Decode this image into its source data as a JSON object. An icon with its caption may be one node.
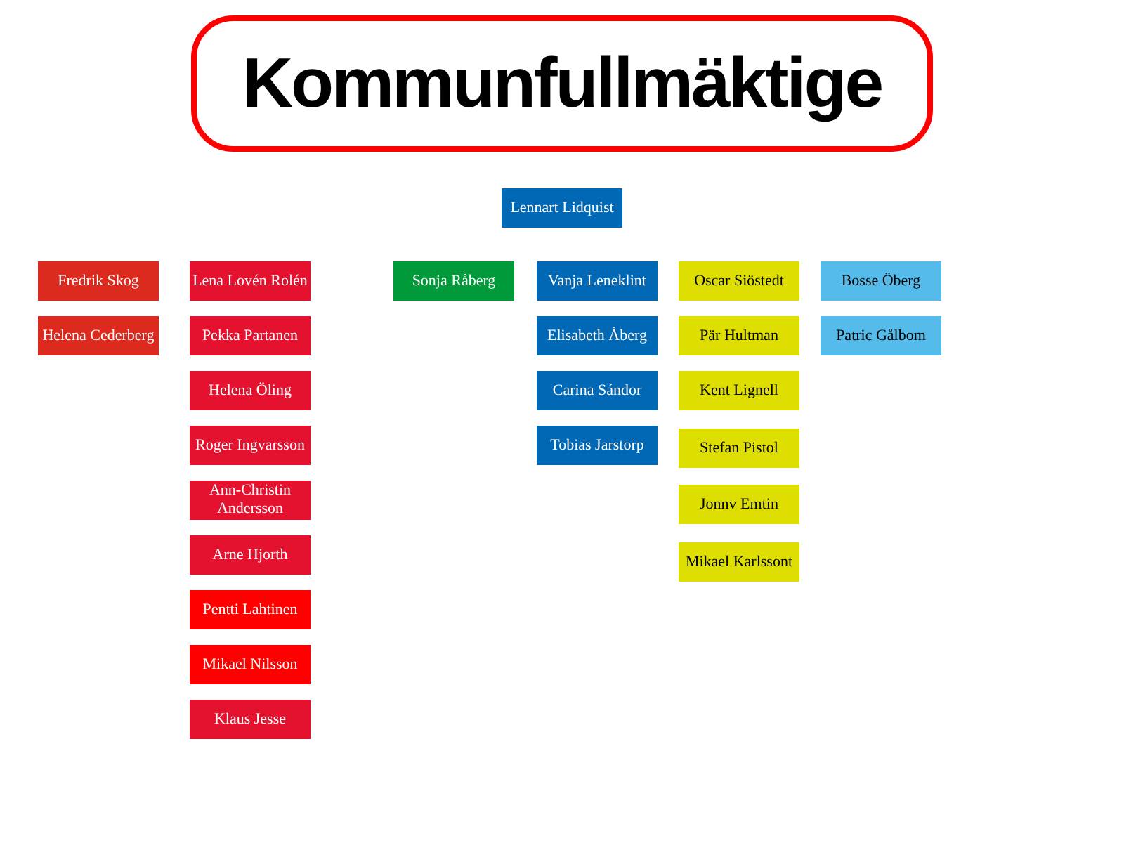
{
  "diagram": {
    "title": "Kommunfullmäktige",
    "nodes": [
      {
        "text": [
          "Lennart Lidquist"
        ]
      },
      {
        "text": [
          "Fredrik Skog"
        ]
      },
      {
        "text": [
          "Helena Cederberg"
        ]
      },
      {
        "text": [
          "Lena Lovén Rolén"
        ]
      },
      {
        "text": [
          "Pekka Partanen"
        ]
      },
      {
        "text": [
          "Helena Öling"
        ]
      },
      {
        "text": [
          "Roger Ingvarsson"
        ]
      },
      {
        "text": [
          "Ann-Christin Andersson"
        ]
      },
      {
        "text": [
          "Arne Hjorth"
        ]
      },
      {
        "text": [
          "Pentti Lahtinen"
        ]
      },
      {
        "text": [
          "Mikael Nilsson"
        ]
      },
      {
        "text": [
          "Klaus Jesse"
        ]
      },
      {
        "text": [
          "Sonja Råberg"
        ]
      },
      {
        "text": [
          "Vanja Leneklint"
        ]
      },
      {
        "text": [
          "Elisabeth Åberg"
        ]
      },
      {
        "text": [
          "Carina Sándor"
        ]
      },
      {
        "text": [
          "Tobias Jarstorp"
        ]
      },
      {
        "text": [
          "Oscar Siöstedt"
        ]
      },
      {
        "text": [
          "Pär Hultman"
        ]
      },
      {
        "text": [
          "Kent Lignell"
        ]
      },
      {
        "text": [
          "Stefan Pistol"
        ]
      },
      {
        "text": [
          "Jonnv Emtin"
        ]
      },
      {
        "text": [
          "Mikael Karlssont"
        ]
      },
      {
        "text": [
          "Bosse Öberg"
        ]
      },
      {
        "text": [
          "Patric Gålbom"
        ]
      }
    ]
  }
}
